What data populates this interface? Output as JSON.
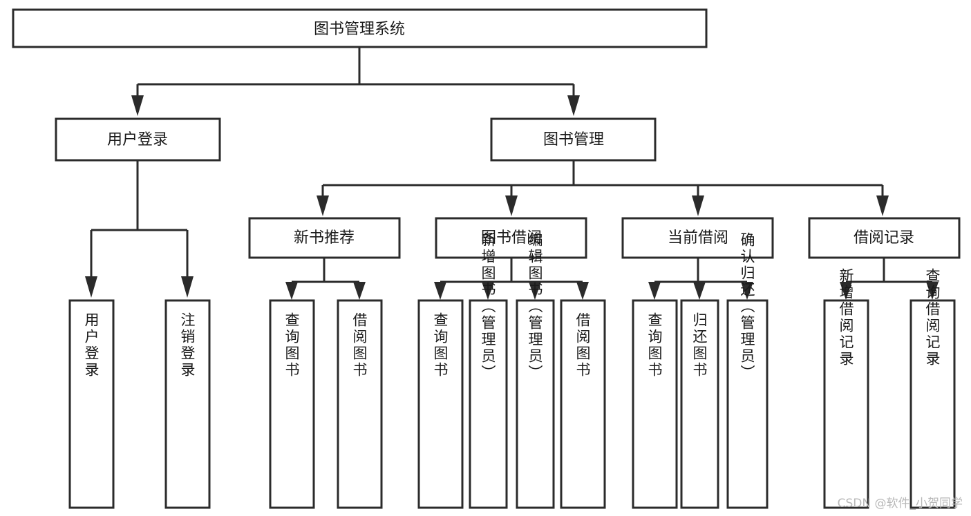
{
  "diagram": {
    "title": "图书管理系统",
    "type": "tree",
    "watermark": "CSDN @软件_小贺同学",
    "colors": {
      "box_stroke": "#2b2b2b",
      "box_fill": "#ffffff",
      "text": "#1a1a1a",
      "edge": "#2b2b2b",
      "watermark": "#b8b8b8",
      "background": "#ffffff"
    },
    "nodes": {
      "root": {
        "label": "图书管理系统"
      },
      "level2": [
        {
          "id": "user-login",
          "label": "用户登录"
        },
        {
          "id": "book-management",
          "label": "图书管理"
        }
      ],
      "level3": [
        {
          "id": "new-book-recommend",
          "label": "新书推荐"
        },
        {
          "id": "book-borrow",
          "label": "图书借阅"
        },
        {
          "id": "current-borrow",
          "label": "当前借阅"
        },
        {
          "id": "borrow-record",
          "label": "借阅记录"
        }
      ],
      "leaves": [
        {
          "id": "leaf-user-login",
          "label": "用户登录",
          "parent": "user-login"
        },
        {
          "id": "leaf-logout-login",
          "label": "注销登录",
          "parent": "user-login"
        },
        {
          "id": "leaf-query-book-1",
          "label": "查询图书",
          "parent": "new-book-recommend"
        },
        {
          "id": "leaf-borrow-book-1",
          "label": "借阅图书",
          "parent": "new-book-recommend"
        },
        {
          "id": "leaf-query-book-2",
          "label": "查询图书",
          "parent": "book-borrow"
        },
        {
          "id": "leaf-add-book",
          "label": "新增图书（管理员）",
          "parent": "book-borrow"
        },
        {
          "id": "leaf-edit-book",
          "label": "编辑图书（管理员）",
          "parent": "book-borrow"
        },
        {
          "id": "leaf-borrow-book-2",
          "label": "借阅图书",
          "parent": "book-borrow"
        },
        {
          "id": "leaf-query-book-3",
          "label": "查询图书",
          "parent": "current-borrow"
        },
        {
          "id": "leaf-return-book",
          "label": "归还图书",
          "parent": "current-borrow"
        },
        {
          "id": "leaf-confirm-return",
          "label": "确认归还（管理员）",
          "parent": "current-borrow"
        },
        {
          "id": "leaf-add-record",
          "label": "新增借阅记录",
          "parent": "borrow-record"
        },
        {
          "id": "leaf-query-record",
          "label": "查询借阅记录",
          "parent": "borrow-record"
        }
      ]
    }
  }
}
